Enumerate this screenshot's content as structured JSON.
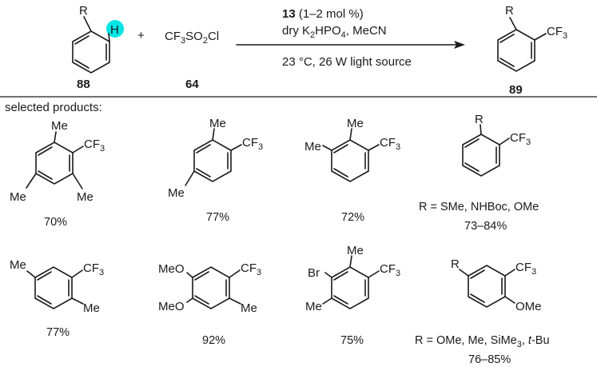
{
  "reaction": {
    "reactant_substituent": "R",
    "reactant_highlight_atom": "H",
    "plus_sign": "+",
    "reagent_formula": {
      "a": "CF",
      "b": "3",
      "c": "SO",
      "d": "2",
      "e": "Cl"
    },
    "conditions_line1": {
      "catalyst_number": "13",
      "loading": " (1–2 mol %)"
    },
    "conditions_line2": {
      "a": "dry K",
      "b": "2",
      "c": "HPO",
      "d": "4",
      "e": ", MeCN"
    },
    "conditions_line3": "23 °C, 26 W light source",
    "product_substituent": "R",
    "product_group": {
      "a": "CF",
      "b": "3"
    },
    "compound_numbers": {
      "reactant": "88",
      "reagent": "64",
      "product": "89"
    },
    "highlight_color": "#00e5e5"
  },
  "section_title": "selected products:",
  "groups": {
    "me": "Me",
    "cf": "CF",
    "three": "3",
    "meo": "MeO",
    "ome": "OMe",
    "br": "Br",
    "r": "R"
  },
  "products": [
    {
      "yield": "70%"
    },
    {
      "yield": "77%"
    },
    {
      "yield": "72%"
    },
    {
      "note": "R = SMe, NHBoc, OMe",
      "yield": "73–84%"
    },
    {
      "yield": "77%"
    },
    {
      "yield": "92%"
    },
    {
      "yield": "75%"
    },
    {
      "note": {
        "a": "R = OMe, Me, SiMe",
        "b": "3",
        "c": ", ",
        "d": "t",
        "e": "-Bu"
      },
      "yield": "76–85%"
    }
  ]
}
